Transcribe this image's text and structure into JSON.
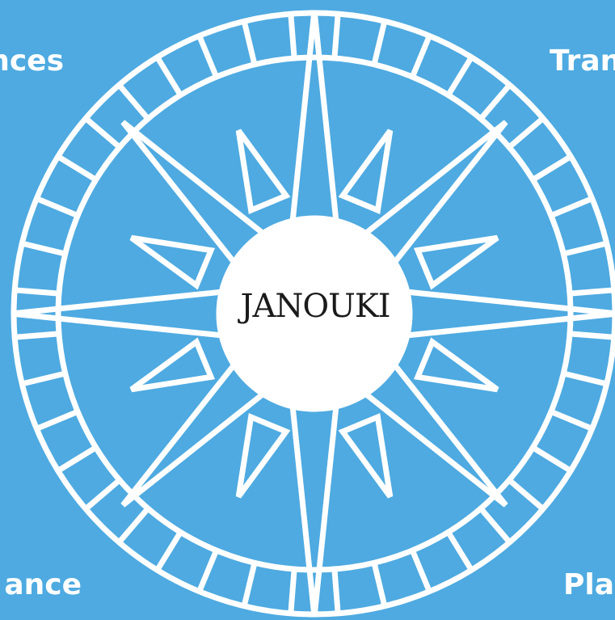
{
  "brand": {
    "title": "JANOUKI"
  },
  "corner_labels": {
    "top_left": "nces",
    "top_right": "Tran",
    "bottom_left": "ance",
    "bottom_right": "Pla"
  },
  "colors": {
    "background": "#4eaae1",
    "line": "#ffffff",
    "center_fill": "#ffffff",
    "title_text": "#1a1a1a"
  },
  "compass": {
    "ring_segments": 40,
    "cardinal_points": 4,
    "intercardinal_points": 4,
    "minor_points": 8
  }
}
